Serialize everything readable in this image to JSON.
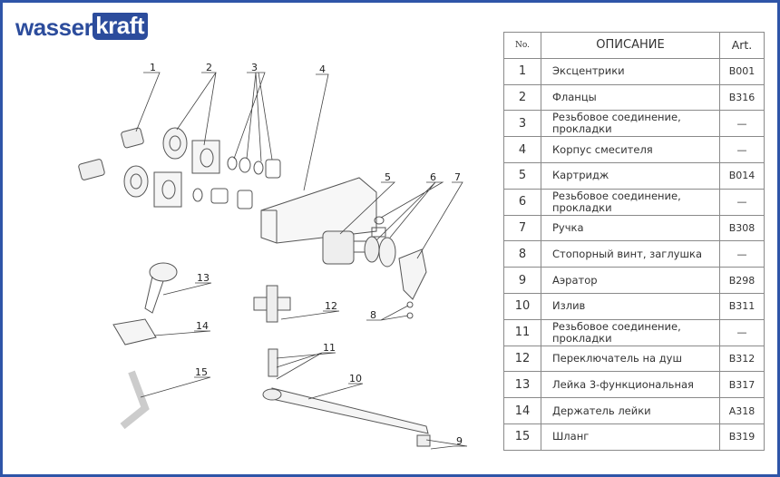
{
  "brand": {
    "part1": "wasser",
    "part2": "kraft"
  },
  "table": {
    "headers": {
      "no": "No.",
      "desc": "ОПИСАНИЕ",
      "art": "Art."
    },
    "rows": [
      {
        "no": "1",
        "desc": "Эксцентрики",
        "art": "B001"
      },
      {
        "no": "2",
        "desc": "Фланцы",
        "art": "B316"
      },
      {
        "no": "3",
        "desc": "Резьбовое соединение, прокладки",
        "art": "—"
      },
      {
        "no": "4",
        "desc": "Корпус смесителя",
        "art": "—"
      },
      {
        "no": "5",
        "desc": "Картридж",
        "art": "B014"
      },
      {
        "no": "6",
        "desc": "Резьбовое соединение, прокладки",
        "art": "—"
      },
      {
        "no": "7",
        "desc": "Ручка",
        "art": "B308"
      },
      {
        "no": "8",
        "desc": "Стопорный винт, заглушка",
        "art": "—"
      },
      {
        "no": "9",
        "desc": "Аэратор",
        "art": "B298"
      },
      {
        "no": "10",
        "desc": "Излив",
        "art": "B311"
      },
      {
        "no": "11",
        "desc": "Резьбовое соединение, прокладки",
        "art": "—"
      },
      {
        "no": "12",
        "desc": "Переключатель на душ",
        "art": "B312"
      },
      {
        "no": "13",
        "desc": "Лейка 3-функциональная",
        "art": "B317"
      },
      {
        "no": "14",
        "desc": "Держатель лейки",
        "art": "A318"
      },
      {
        "no": "15",
        "desc": "Шланг",
        "art": "B319"
      }
    ]
  },
  "callouts": [
    "1",
    "2",
    "3",
    "4",
    "5",
    "6",
    "7",
    "8",
    "9",
    "10",
    "11",
    "12",
    "13",
    "14",
    "15"
  ]
}
